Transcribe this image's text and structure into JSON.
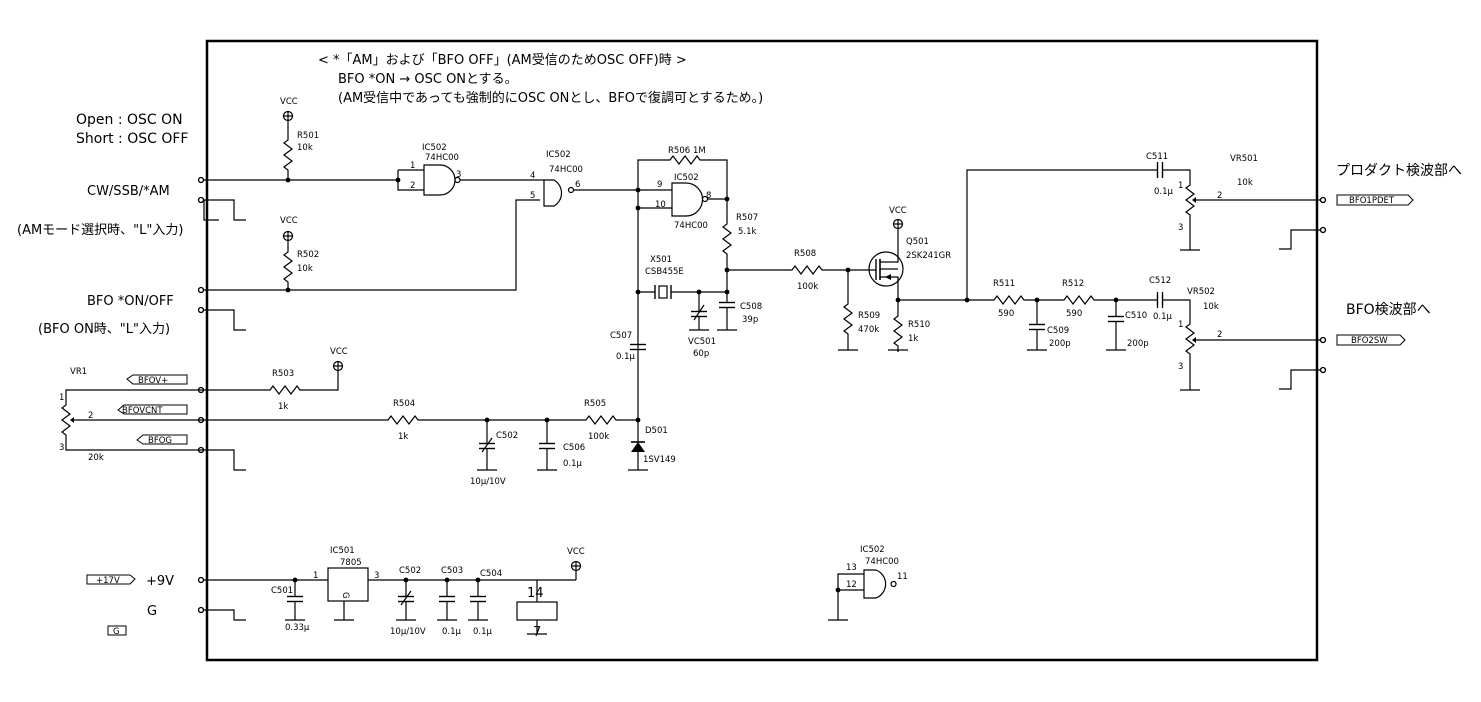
{
  "note": {
    "line1": "< *「AM」および「BFO OFF」(AM受信のためOSC OFF)時 >",
    "line2": "BFO *ON  →  OSC  ONとする。",
    "line3": "(AM受信中であっても強制的にOSC ONとし、BFOで復調可とするため。)"
  },
  "left": {
    "open": "Open : OSC ON",
    "short": "Short : OSC OFF",
    "cw": "CW/SSB/*AM",
    "am_note": "(AMモード選択時、\"L\"入力)",
    "bfo": "BFO *ON/OFF",
    "bfo_note": "(BFO  ON時、\"L\"入力)",
    "p9v": "+9V",
    "g": "G"
  },
  "right": {
    "product": "プロダクト検波部へ",
    "bfo_det": "BFO検波部へ"
  },
  "ports": {
    "bfov_plus": "BFOV+",
    "bfovcnt": "BFOVCNT",
    "bfog": "BFOG",
    "p17v": "+17V",
    "g": "G",
    "bfo1pdet": "BFO1PDET",
    "bfo2sw": "BFO2SW"
  },
  "parts": {
    "vcc": "VCC",
    "r501": "R501",
    "r501v": "10k",
    "r502": "R502",
    "r502v": "10k",
    "r503": "R503",
    "r503v": "1k",
    "r504": "R504",
    "r504v": "1k",
    "r505": "R505",
    "r505v": "100k",
    "r506": "R506",
    "r506v": "1M",
    "r507": "R507",
    "r507v": "5.1k",
    "r508": "R508",
    "r508v": "100k",
    "r509": "R509",
    "r509v": "470k",
    "r510": "R510",
    "r510v": "1k",
    "r511": "R511",
    "r511v": "590",
    "r512": "R512",
    "r512v": "590",
    "ic502": "IC502",
    "hc00": "74HC00",
    "ic501": "IC501",
    "ic501v": "7805",
    "c501": "C501",
    "c501v": "0.33μ",
    "c502": "C502",
    "c502v": "10μ/10V",
    "c503": "C503",
    "c504": "C504",
    "c506": "C506",
    "c507": "C507",
    "c508": "C508",
    "c508v": "39p",
    "c509": "C509",
    "c510": "C510",
    "c200p": "200p",
    "c511": "C511",
    "c512": "C512",
    "c01u": "0.1μ",
    "x501": "X501",
    "x501v": "CSB455E",
    "vc501": "VC501",
    "vc501v": "60p",
    "d501": "D501",
    "d501v": "1SV149",
    "q501": "Q501",
    "q501v": "2SK241GR",
    "vr1": "VR1",
    "vr1v": "20k",
    "vr501": "VR501",
    "vr502": "VR502",
    "k10": "10k",
    "n1": "1",
    "n2": "2",
    "n3": "3",
    "n4": "4",
    "n5": "5",
    "n6": "6",
    "n7": "7",
    "n8": "8",
    "n9": "9",
    "n10": "10",
    "n11": "11",
    "n12": "12",
    "n13": "13",
    "n14": "14",
    "g_mark": "G"
  }
}
